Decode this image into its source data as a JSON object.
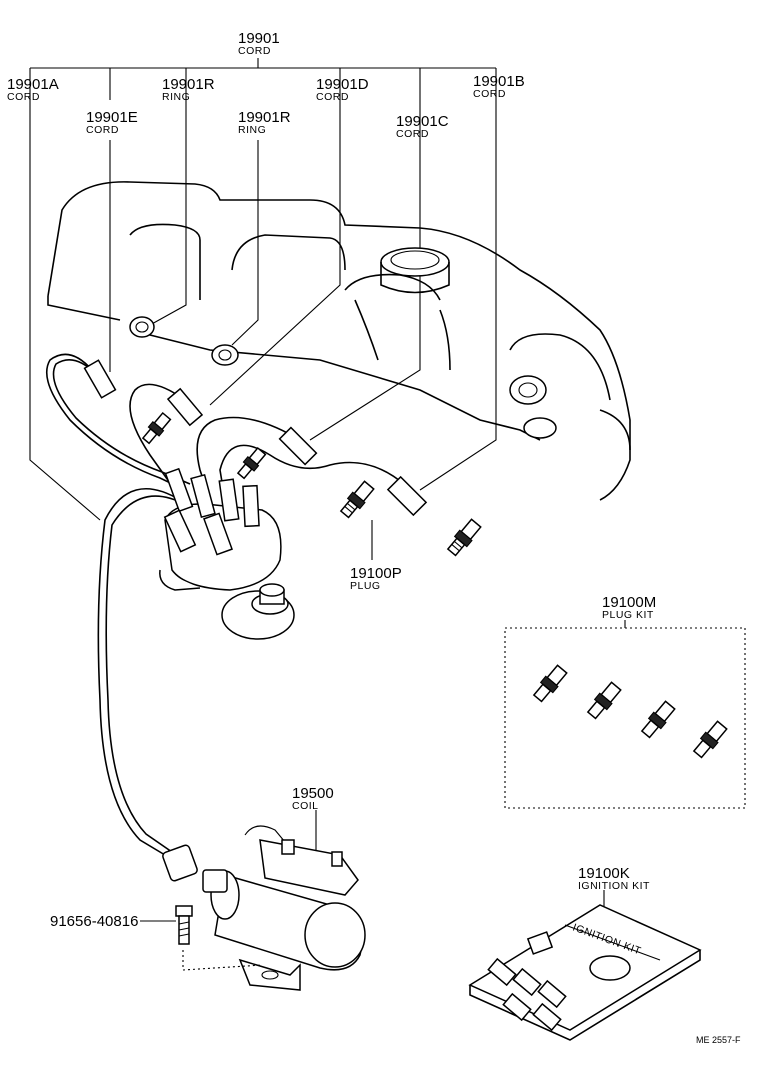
{
  "parts": {
    "cord_main": {
      "number": "19901",
      "name": "CORD"
    },
    "cord_a": {
      "number": "19901A",
      "name": "CORD"
    },
    "cord_e": {
      "number": "19901E",
      "name": "CORD"
    },
    "ring_1": {
      "number": "19901R",
      "name": "RING"
    },
    "ring_2": {
      "number": "19901R",
      "name": "RING"
    },
    "cord_d": {
      "number": "19901D",
      "name": "CORD"
    },
    "cord_c": {
      "number": "19901C",
      "name": "CORD"
    },
    "cord_b": {
      "number": "19901B",
      "name": "CORD"
    },
    "plug": {
      "number": "19100P",
      "name": "PLUG"
    },
    "plug_kit": {
      "number": "19100M",
      "name": "PLUG KIT"
    },
    "coil": {
      "number": "19500",
      "name": "COIL"
    },
    "bolt": {
      "number": "91656-40816"
    },
    "ignition_kit": {
      "number": "19100K",
      "name": "IGNITION KIT",
      "box_text": "IGNITION KIT"
    }
  },
  "reference": "ME 2557-F"
}
